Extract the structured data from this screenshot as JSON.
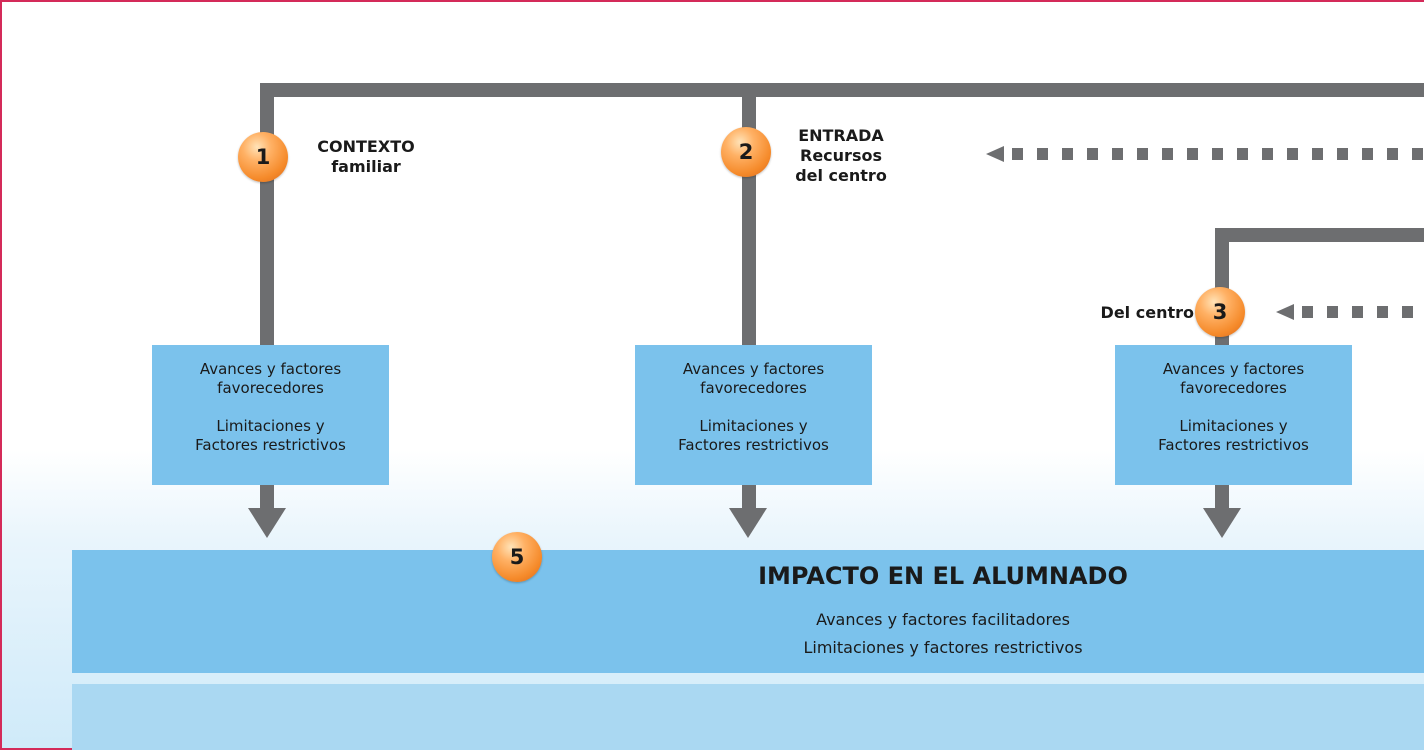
{
  "nodes": [
    {
      "number": "1",
      "label_lines": [
        "CONTEXTO",
        "familiar"
      ]
    },
    {
      "number": "2",
      "label_lines": [
        "ENTRADA",
        "Recursos",
        "del centro"
      ]
    },
    {
      "number": "3",
      "label_lines": [
        "Del centro"
      ]
    },
    {
      "number": "5",
      "label_lines": []
    }
  ],
  "factor_box": {
    "line1": "Avances y factores",
    "line2": "favorecedores",
    "line3": "Limitaciones y",
    "line4": "Factores restrictivos"
  },
  "impact": {
    "title": "IMPACTO EN EL ALUMNADO",
    "line1": "Avances y factores facilitadores",
    "line2": "Limitaciones y factores restrictivos"
  },
  "colors": {
    "border": "#d42a59",
    "connector": "#6d6e70",
    "box_blue": "#7bc2ec",
    "badge_orange": "#f58a2a"
  }
}
